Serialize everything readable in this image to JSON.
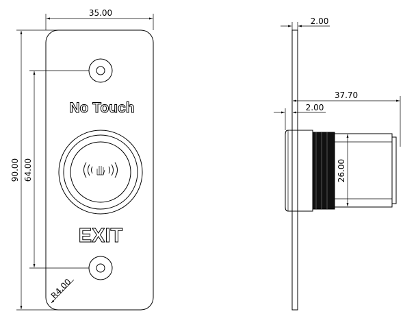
{
  "front_view": {
    "label_top": "No Touch",
    "label_bottom": "EXIT",
    "dim_width": "35.00",
    "dim_height": "90.00",
    "dim_hole_spacing": "64.00",
    "dim_corner_radius": "R4.00"
  },
  "side_view": {
    "dim_plate_thickness": "2.00",
    "dim_flange_thickness": "2.00",
    "dim_depth": "37.70",
    "dim_body_diameter": "26.00"
  }
}
